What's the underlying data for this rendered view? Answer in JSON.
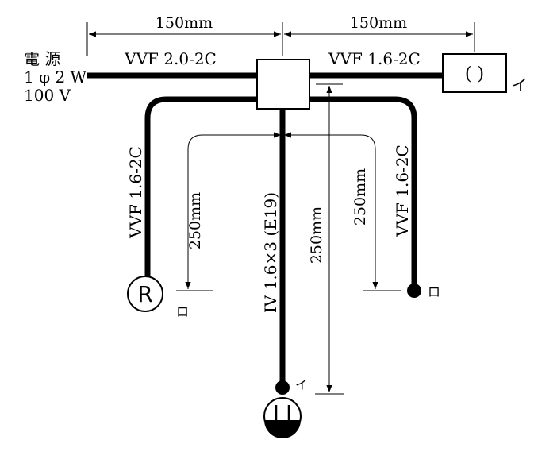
{
  "diagram": {
    "power_source": {
      "line1": "電 源",
      "line2": "1 φ 2 W",
      "line3": "100 V"
    },
    "dimensions": {
      "left_top": "150mm",
      "right_top": "150mm",
      "left_down": "250mm",
      "right_down": "250mm",
      "center_down": "250mm"
    },
    "cables": {
      "supply": "VVF 2.0-2C",
      "to_lamp_i": "VVF 1.6-2C",
      "to_receptacle_left": "VVF 1.6-2C",
      "to_switch_right": "VVF 1.6-2C",
      "to_switch_bottom": "IV 1.6×3 (E19)"
    },
    "symbols": {
      "receptacle_letter": "R",
      "label_i_top": "イ",
      "label_ro_left": "ロ",
      "label_ro_right": "ロ",
      "label_i_bottom": "イ",
      "lamp_glyph": "( )"
    }
  }
}
